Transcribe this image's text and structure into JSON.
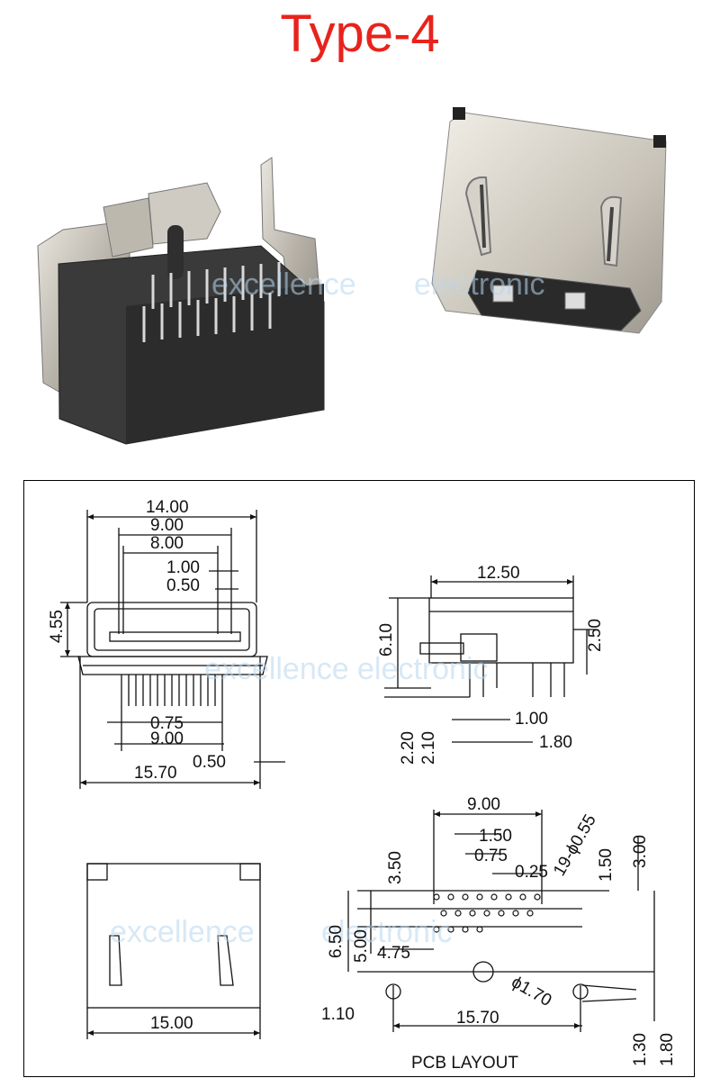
{
  "title": "Type-4",
  "watermark": {
    "left": "excellence",
    "right": "electronic"
  },
  "front_view": {
    "dims": [
      "14.00",
      "9.00",
      "8.00",
      "1.00",
      "0.50",
      "4.55",
      "0.75",
      "9.00",
      "15.70",
      "0.50"
    ]
  },
  "side_view": {
    "dims": [
      "12.50",
      "6.10",
      "2.50",
      "1.00",
      "1.80",
      "2.20",
      "2.10"
    ]
  },
  "top_view": {
    "dims": [
      "15.00"
    ]
  },
  "pcb_layout": {
    "label": "PCB LAYOUT",
    "dims": [
      "9.00",
      "1.50",
      "0.75",
      "0.25",
      "19-ϕ0.55",
      "3.50",
      "1.50",
      "3.00",
      "6.50",
      "5.00",
      "4.75",
      "ϕ1.70",
      "1.10",
      "15.70",
      "1.30",
      "1.80"
    ]
  }
}
